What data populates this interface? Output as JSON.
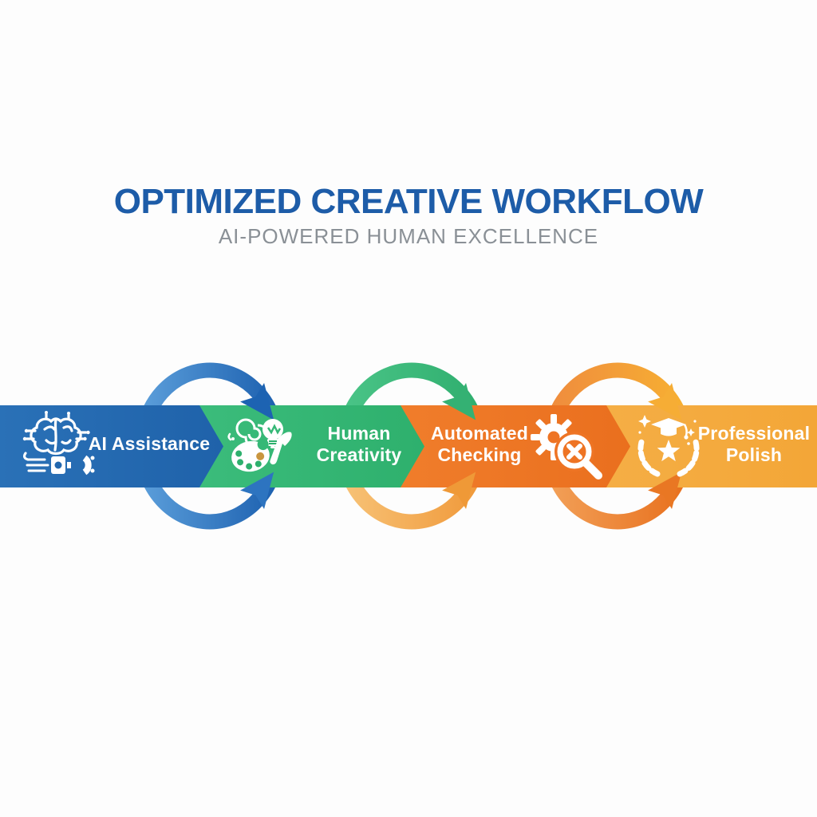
{
  "header": {
    "title": "OPTIMIZED CREATIVE WORKFLOW",
    "subtitle": "AI-POWERED HUMAN EXCELLENCE"
  },
  "workflow": {
    "steps": [
      {
        "line1": "AI Assistance",
        "line2": "",
        "color": "#2267ae",
        "icon": "ai-brain-circuit-icon"
      },
      {
        "line1": "Human",
        "line2": "Creativity",
        "color": "#35b876",
        "icon": "palette-bulb-brush-icon"
      },
      {
        "line1": "Automated",
        "line2": "Checking",
        "color": "#ee7424",
        "icon": "gear-magnifier-x-icon"
      },
      {
        "line1": "Professional",
        "line2": "Polish",
        "color": "#f4a93e",
        "icon": "laurel-star-gradcap-icon"
      }
    ],
    "loops": [
      {
        "name": "loop-1",
        "top_color": "#5b9eda",
        "bottom_color": "#1c60af"
      },
      {
        "name": "loop-2",
        "top_color": "#3bbc7b",
        "bottom_color": "#f0993a"
      },
      {
        "name": "loop-3",
        "top_color": "#f7b032",
        "bottom_color": "#e8701d"
      }
    ],
    "accents": {
      "palette_dab_gold": "#c9963f",
      "title_blue": "#1d5ca8",
      "subtitle_gray": "#8a9096",
      "background": "#fdfdfd"
    }
  }
}
